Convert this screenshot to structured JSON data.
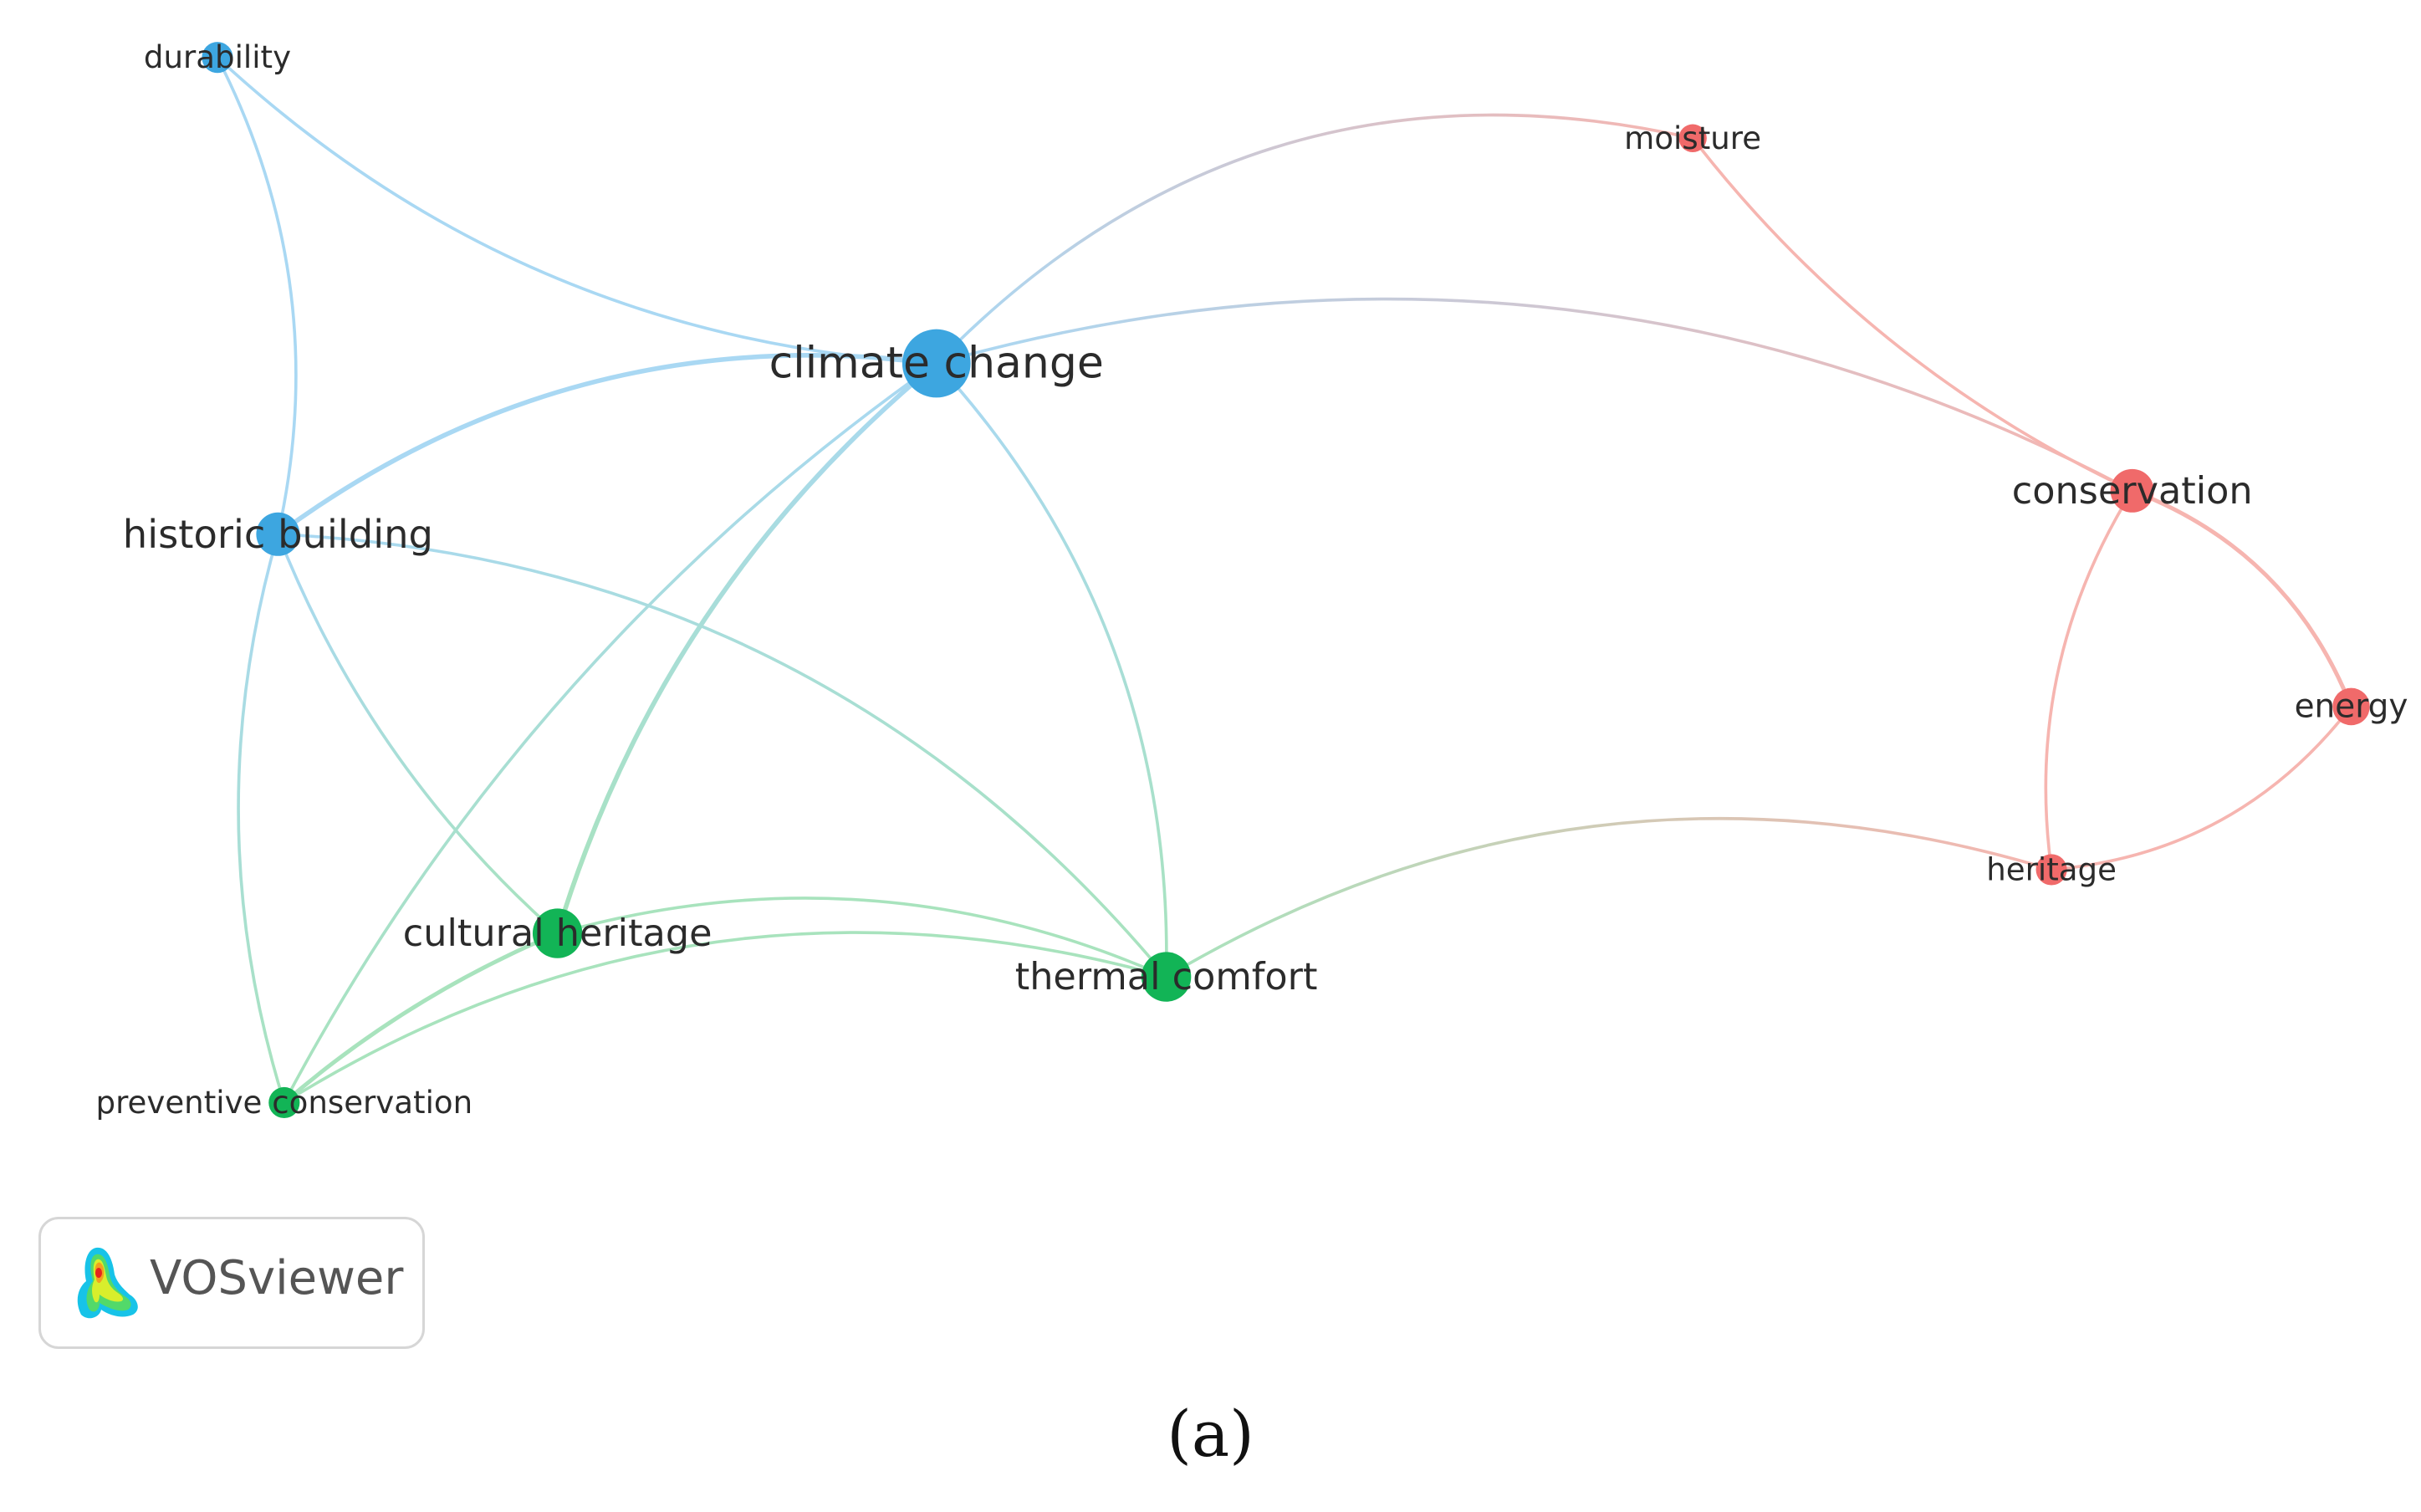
{
  "colors": {
    "blue": "#3da6e0",
    "green": "#12b456",
    "red": "#f06a6a",
    "blue_edge": "#a9d8f3",
    "green_edge": "#a8e3bd",
    "red_edge": "#f6b5b0"
  },
  "nodes": [
    {
      "id": "durability",
      "label": "durability",
      "cluster": "blue"
    },
    {
      "id": "climate_change",
      "label": "climate change",
      "cluster": "blue"
    },
    {
      "id": "historic_building",
      "label": "historic building",
      "cluster": "blue"
    },
    {
      "id": "cultural_heritage",
      "label": "cultural heritage",
      "cluster": "green"
    },
    {
      "id": "thermal_comfort",
      "label": "thermal comfort",
      "cluster": "green"
    },
    {
      "id": "preventive_conservation",
      "label": "preventive conservation",
      "cluster": "green"
    },
    {
      "id": "moisture",
      "label": "moisture",
      "cluster": "red"
    },
    {
      "id": "conservation",
      "label": "conservation",
      "cluster": "red"
    },
    {
      "id": "energy",
      "label": "energy",
      "cluster": "red"
    },
    {
      "id": "heritage",
      "label": "heritage",
      "cluster": "red"
    }
  ],
  "links": [
    {
      "source": "durability",
      "target": "climate_change"
    },
    {
      "source": "durability",
      "target": "historic_building"
    },
    {
      "source": "historic_building",
      "target": "climate_change"
    },
    {
      "source": "historic_building",
      "target": "cultural_heritage"
    },
    {
      "source": "historic_building",
      "target": "thermal_comfort"
    },
    {
      "source": "historic_building",
      "target": "preventive_conservation"
    },
    {
      "source": "climate_change",
      "target": "cultural_heritage"
    },
    {
      "source": "climate_change",
      "target": "thermal_comfort"
    },
    {
      "source": "climate_change",
      "target": "preventive_conservation"
    },
    {
      "source": "climate_change",
      "target": "moisture"
    },
    {
      "source": "climate_change",
      "target": "conservation"
    },
    {
      "source": "cultural_heritage",
      "target": "thermal_comfort"
    },
    {
      "source": "cultural_heritage",
      "target": "preventive_conservation"
    },
    {
      "source": "preventive_conservation",
      "target": "thermal_comfort"
    },
    {
      "source": "thermal_comfort",
      "target": "heritage"
    },
    {
      "source": "moisture",
      "target": "conservation"
    },
    {
      "source": "conservation",
      "target": "energy"
    },
    {
      "source": "conservation",
      "target": "heritage"
    },
    {
      "source": "heritage",
      "target": "energy"
    }
  ],
  "badge": {
    "logo": "vosviewer-logo-icon",
    "text": "VOSviewer"
  },
  "caption": "(a)"
}
